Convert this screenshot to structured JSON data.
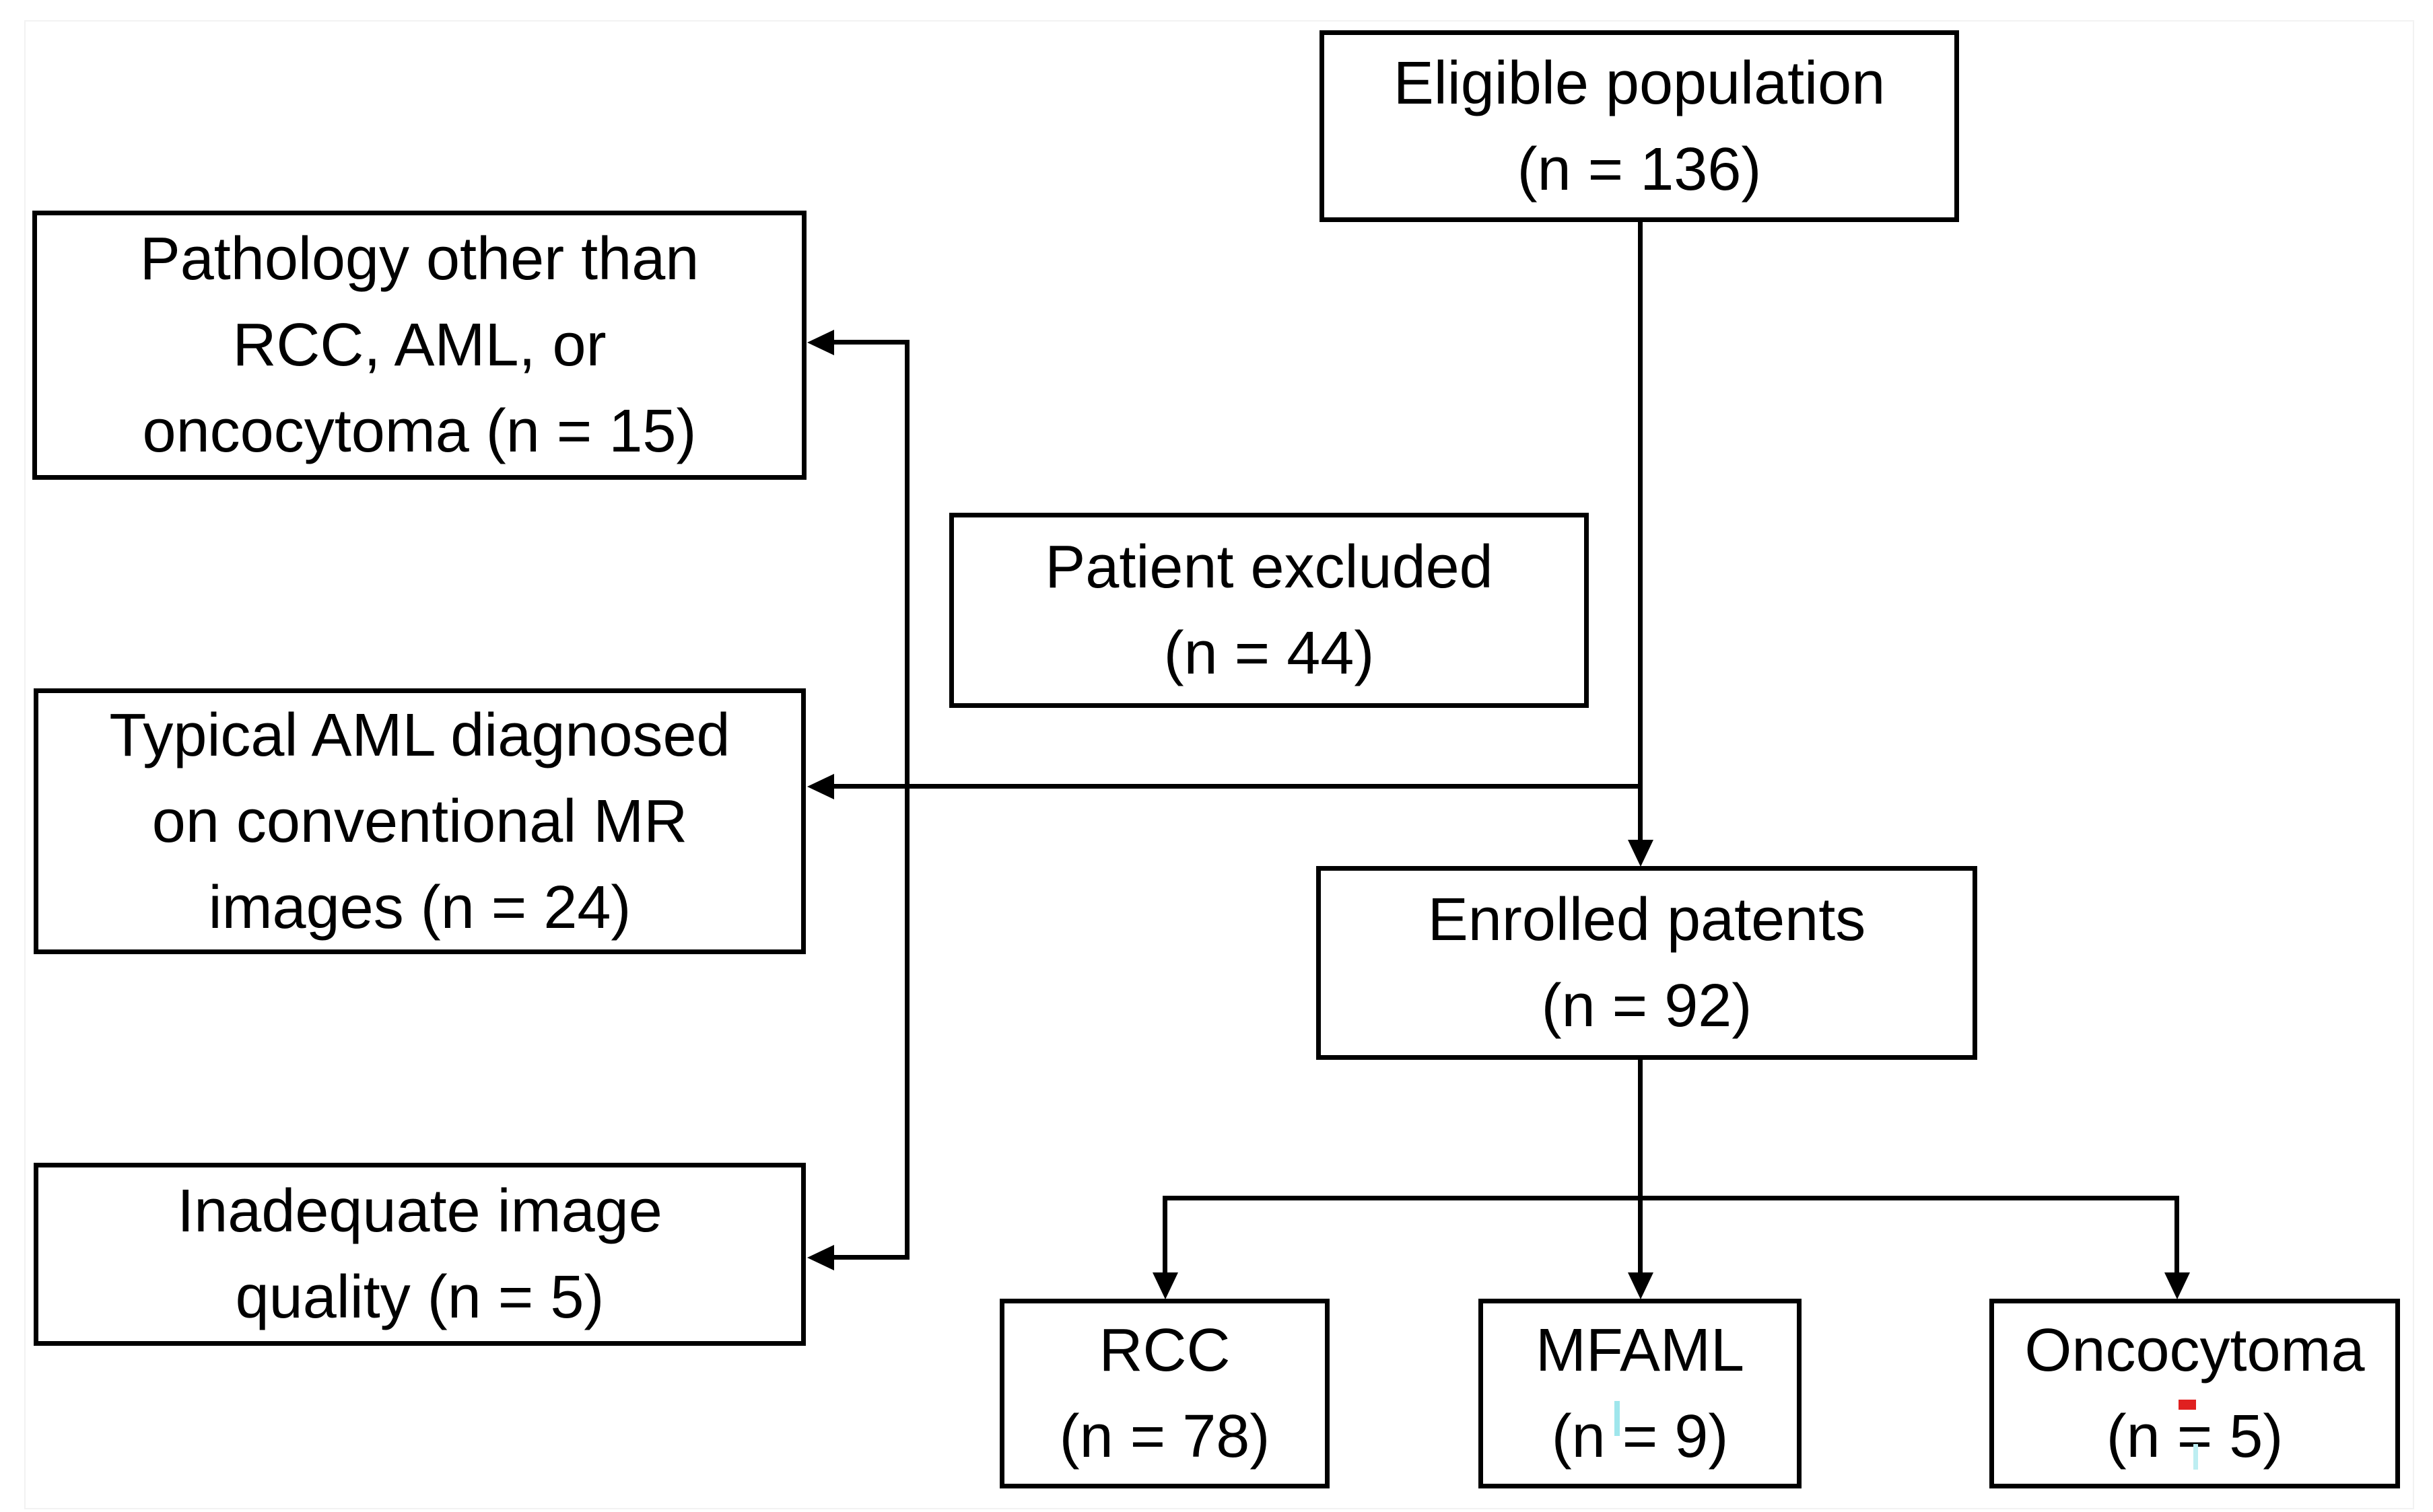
{
  "nodes": {
    "eligible": [
      "Eligible population",
      "(n = 136)"
    ],
    "pathology_other": [
      "Pathology other than",
      "RCC, AML, or",
      "oncocytoma (n = 15)"
    ],
    "patient_excluded": [
      "Patient excluded",
      "(n = 44)"
    ],
    "typical_aml": [
      "Typical AML diagnosed",
      "on conventional MR",
      "images (n = 24)"
    ],
    "inadequate_image": [
      "Inadequate image",
      "quality (n = 5)"
    ],
    "enrolled": [
      "Enrolled patents",
      "(n = 92)"
    ],
    "rcc": [
      "RCC",
      "(n = 78)"
    ],
    "mfaml": [
      "MFAML",
      "(n = 9)"
    ],
    "oncocytoma": [
      "Oncocytoma",
      "(n = 5)"
    ]
  },
  "colors": {
    "line": "#000000",
    "background": "#ffffff",
    "page_frame": "#f2f2f2",
    "artifact_cyan": "#9fe6ec",
    "artifact_red": "#e02020"
  }
}
